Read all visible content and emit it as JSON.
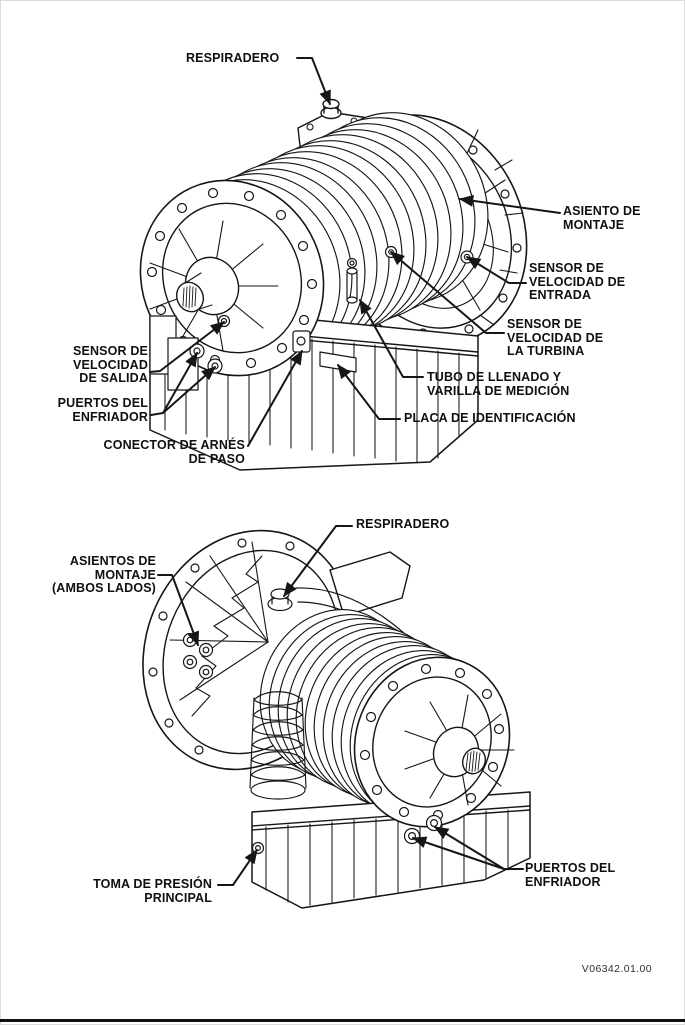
{
  "page": {
    "figure_code": "V06342.01.00",
    "ink_color": "#161616",
    "paper_color": "#ffffff"
  },
  "top_view": {
    "labels": {
      "respiradero": "RESPIRADERO",
      "asiento_montaje": "ASIENTO DE\nMONTAJE",
      "sensor_velocidad_entrada": "SENSOR DE\nVELOCIDAD DE\nENTRADA",
      "sensor_velocidad_turbina": "SENSOR DE\nVELOCIDAD DE\nLA TURBINA",
      "tubo_llenado": "TUBO DE LLENADO Y\nVARILLA DE MEDICIÓN",
      "placa_identificacion": "PLACA DE IDENTIFICACIÓN",
      "sensor_velocidad_salida": "SENSOR DE\nVELOCIDAD\nDE SALIDA",
      "puertos_enfriador": "PUERTOS DEL\nENFRIADOR",
      "conector_arnes": "CONECTOR DE ARNÉS\nDE PASO"
    }
  },
  "bottom_view": {
    "labels": {
      "respiradero": "RESPIRADERO",
      "asientos_montaje": "ASIENTOS DE\nMONTAJE\n(AMBOS LADOS)",
      "toma_presion": "TOMA DE PRESIÓN\nPRINCIPAL",
      "puertos_enfriador": "PUERTOS DEL\nENFRIADOR"
    }
  }
}
